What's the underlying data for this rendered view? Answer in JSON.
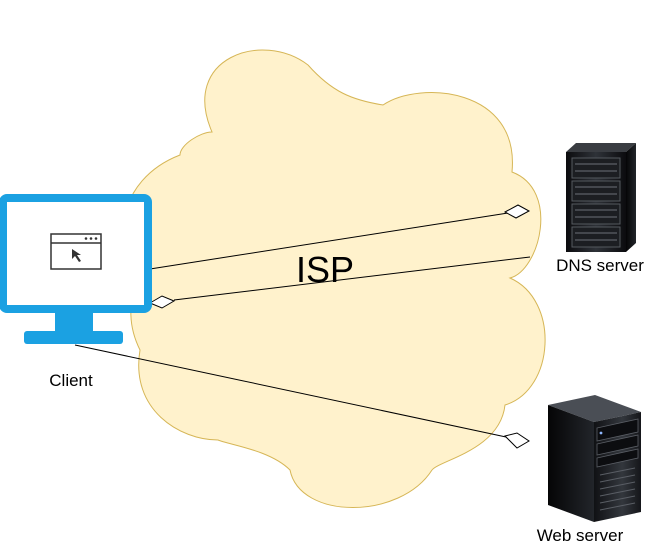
{
  "cloud": {
    "label": "ISP",
    "fill": "#fff2cc",
    "stroke": "#d6b656"
  },
  "client": {
    "label": "Client",
    "color": "#1ba1e2",
    "icon": "monitor-icon"
  },
  "dns_server": {
    "label": "DNS server",
    "icon": "server-rack-icon"
  },
  "web_server": {
    "label": "Web server",
    "icon": "server-tower-icon"
  },
  "connector_color": "#000000"
}
